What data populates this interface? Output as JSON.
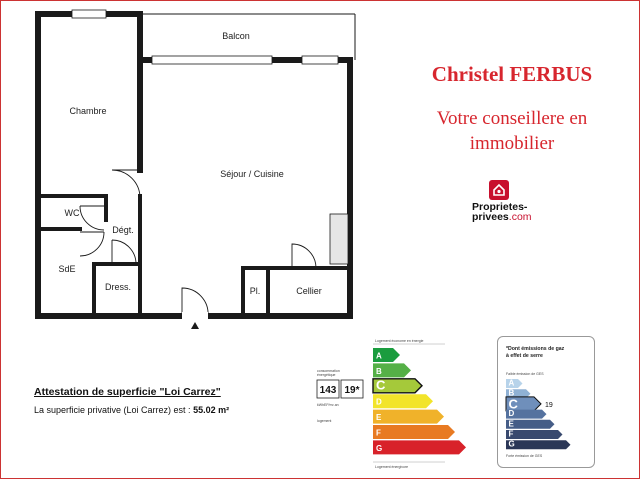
{
  "plan": {
    "rooms": {
      "balcon": "Balcon",
      "chambre": "Chambre",
      "sejour": "Séjour / Cuisine",
      "wc": "WC",
      "degt": "Dégt.",
      "sde": "SdE",
      "dress": "Dress.",
      "placard": "Pl.",
      "cellier": "Cellier"
    }
  },
  "agent": {
    "name": "Christel FERBUS",
    "role_line1": "Votre conseillere en",
    "role_line2": "immobilier"
  },
  "logo": {
    "line1": "Proprietes-",
    "line2_prefix": "privees",
    "line2_suffix": ".com"
  },
  "attestation": {
    "title": "Attestation de superficie \"Loi Carrez\"",
    "text": "La superficie privative (Loi Carrez) est : ",
    "value": "55.02 m²"
  },
  "energy": {
    "consumption_value": "143",
    "emission_value": "19*",
    "class": "C",
    "labels": [
      "A",
      "B",
      "C",
      "D",
      "E",
      "F",
      "G"
    ],
    "colors": [
      "#1a9c3e",
      "#55b047",
      "#a5c93a",
      "#f2e42a",
      "#f0b22a",
      "#e87a22",
      "#d8222a"
    ]
  },
  "ges": {
    "heading_line1": "*Dont émissions de gaz",
    "heading_line2": "à effet de serre",
    "class": "C",
    "value": "19",
    "labels": [
      "A",
      "B",
      "C",
      "D",
      "E",
      "F",
      "G"
    ],
    "colors": [
      "#b7d3ea",
      "#8fb1d4",
      "#6f8fbb",
      "#55729f",
      "#455d87",
      "#38496e",
      "#2b3757"
    ]
  }
}
